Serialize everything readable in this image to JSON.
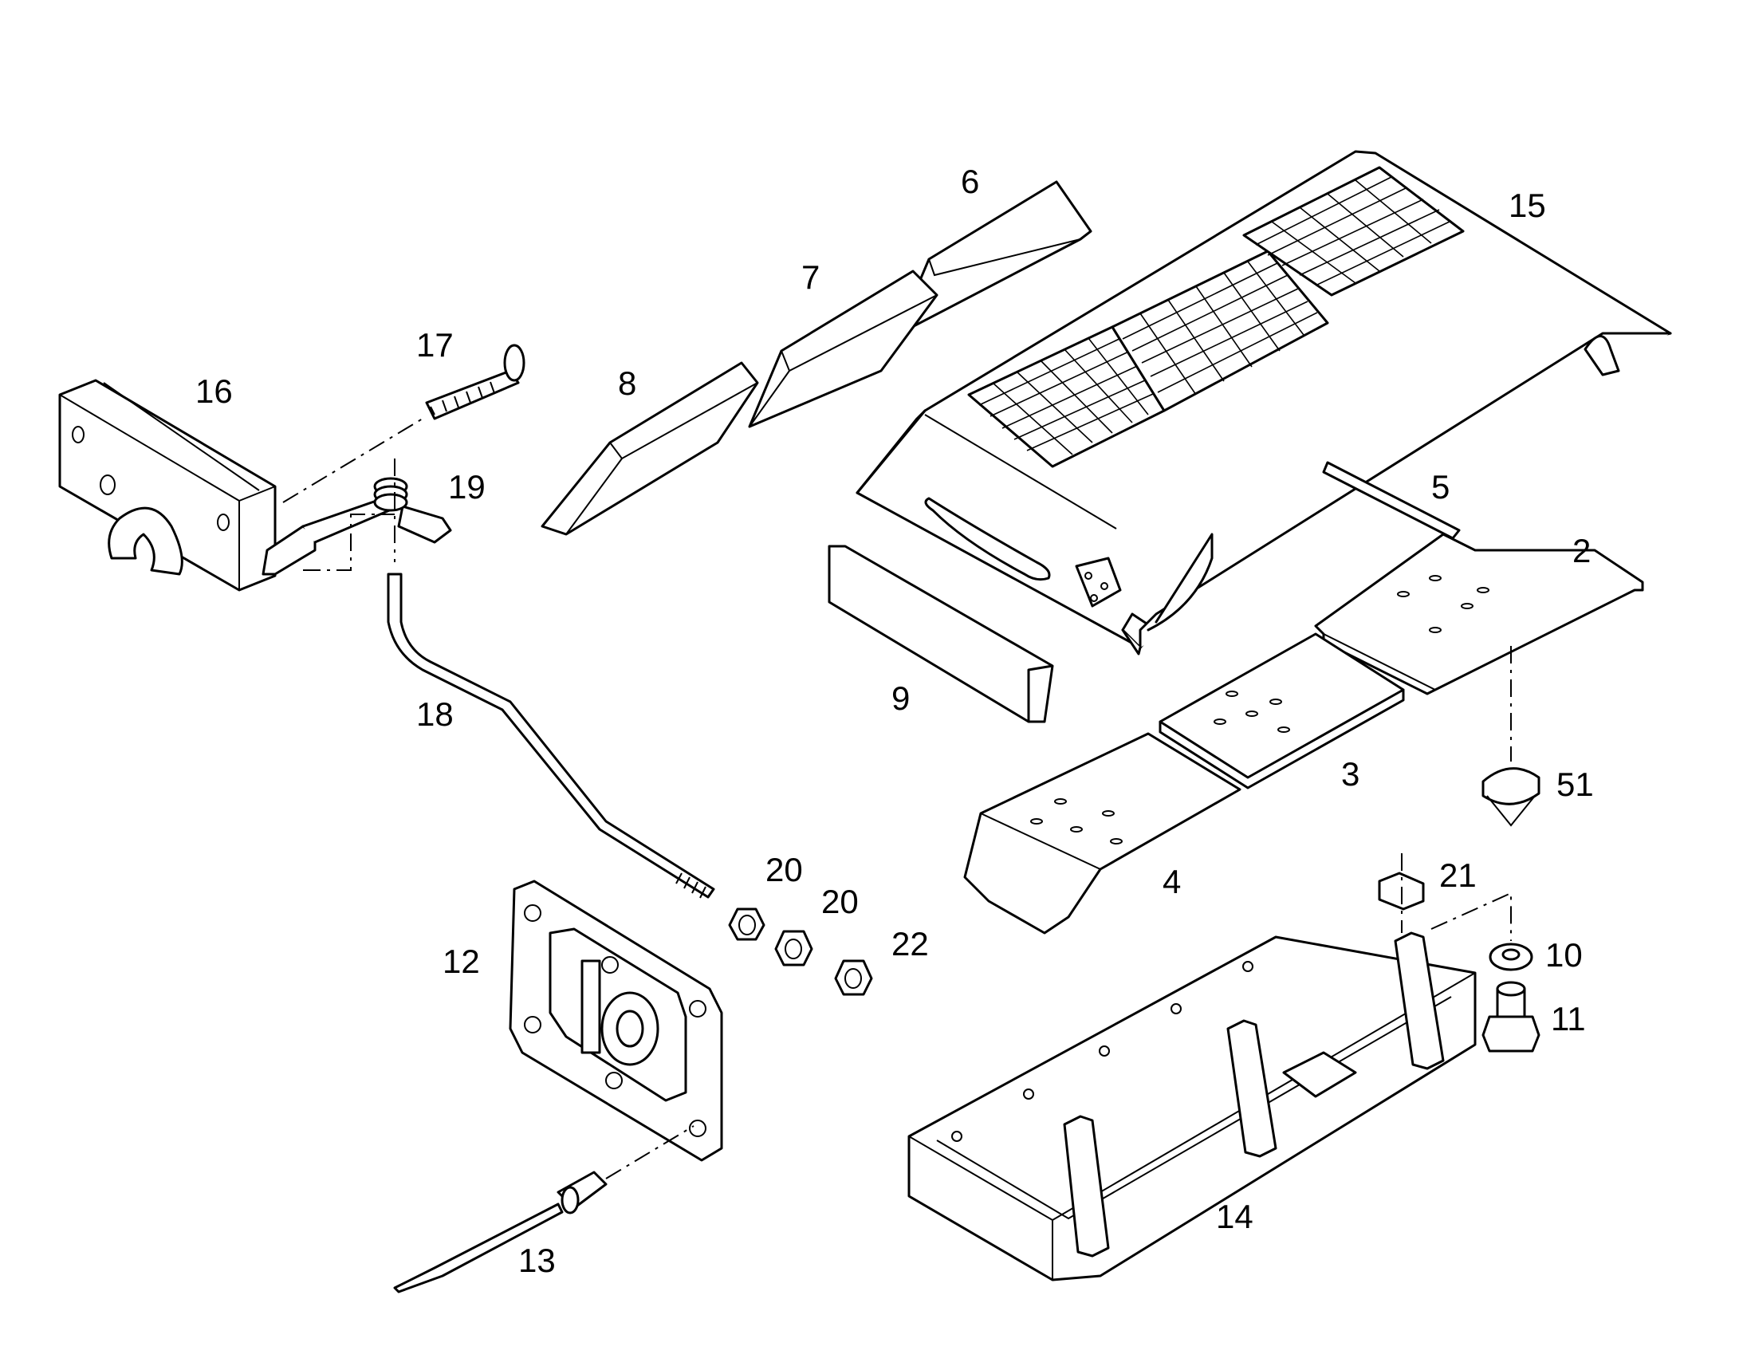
{
  "diagram": {
    "callouts": {
      "p2": "2",
      "p3": "3",
      "p4": "4",
      "p5": "5",
      "p6": "6",
      "p7": "7",
      "p8": "8",
      "p9": "9",
      "p10": "10",
      "p11": "11",
      "p12": "12",
      "p13": "13",
      "p14": "14",
      "p15": "15",
      "p16": "16",
      "p17": "17",
      "p18": "18",
      "p19": "19",
      "p20a": "20",
      "p20b": "20",
      "p21": "21",
      "p22": "22",
      "p51": "51"
    }
  }
}
